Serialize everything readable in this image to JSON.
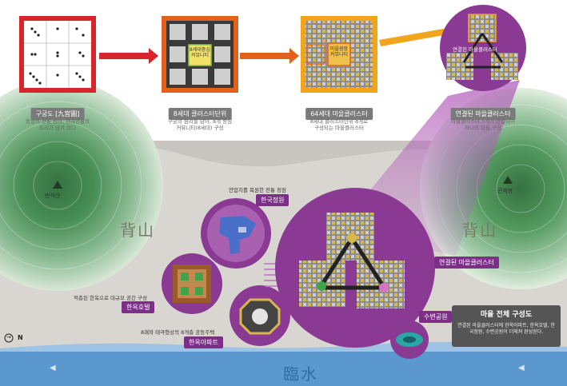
{
  "top_steps": [
    {
      "title": "구궁도 [九宮圖]",
      "desc": [
        "동양의 전통 원리, 천하만물의",
        "도리가 담겨 있다"
      ]
    },
    {
      "title": "8세대 클러스터단위",
      "desc": [
        "구궁의 원리를 담아, 8개 중심",
        "커뮤니티(8세대) 구성"
      ]
    },
    {
      "title": "64세대 마을클러스터",
      "desc": [
        "8세대 클러스터단위 8개로",
        "구성되는 마을클러스터"
      ]
    },
    {
      "title": "연결된 마을클러스터",
      "desc": [
        "마을클러스터 3개가 연결되어",
        "하나의 마을 구성"
      ]
    }
  ],
  "center_labels": {
    "step2": [
      "8세대중심",
      "커뮤니티"
    ],
    "step3": [
      "마을광장",
      "커뮤니티"
    ],
    "step4_inner": "연결된 마을클러스터"
  },
  "mountains": {
    "left": "반석산",
    "right": "큰채봉"
  },
  "hanja": {
    "left": "背山",
    "right": "背山",
    "river": "臨水"
  },
  "features": {
    "garden": {
      "caption": "안압지를 복원한 전통 정원",
      "label": "한국정원"
    },
    "hotel": {
      "caption": "적층된 한옥으로 대규모 공간 구성",
      "label": "한옥호텔"
    },
    "apartment": {
      "caption": "8괘와 태극형상의 8개층 공동주택",
      "label": "한옥아파트"
    },
    "cluster": {
      "label": "연결된 마을클러스터"
    },
    "waterpark": {
      "label": "수변공원"
    }
  },
  "panel": {
    "title": "마을 전체 구성도",
    "text": "연결된 마을클러스터에 한옥아파트, 한옥호텔, 한국정원, 수변공원이 더해져 완성된다."
  },
  "compass": "N",
  "colors": {
    "red": "#d8252b",
    "orange": "#e2621c",
    "amber": "#f2a51c",
    "purple": "#8a3a92",
    "river": "#5b98cf",
    "ground": "#d9d6d2"
  }
}
